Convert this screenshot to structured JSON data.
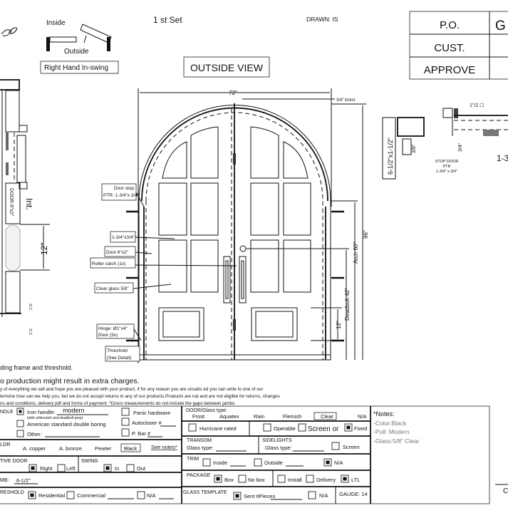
{
  "header": {
    "set_label": "1 st Set",
    "drawn_by": "DRAWN: IS",
    "swing_inside": "Inside",
    "swing_outside": "Outside",
    "swing_type": "Right Hand In-swing",
    "view_title": "OUTSIDE VIEW"
  },
  "title_block": {
    "rows": [
      {
        "label": "P.O.",
        "value": "G"
      },
      {
        "label": "CUST.",
        "value": ""
      },
      {
        "label": "APPROVE",
        "value": ""
      }
    ]
  },
  "drawing": {
    "width_dim": "72\"",
    "bracket_dim": "3/4\" bckst.",
    "height_dim": "96\"",
    "arch_dim": "Arch 60\"",
    "deadbolt_dim": "Deadbolt 42\"",
    "panel_dim": "12\"",
    "callouts": {
      "door_stop_1": "Door stop",
      "door_stop_2": "PTR: 1-3/4\"x 3/4\"",
      "frame_size": "1-3/4\"x3/4\"",
      "door_size": "Door 6\"x2\"",
      "roller_catch": "Roller catch  (1x)",
      "clear_glass": "Clear glass 5/8\"",
      "hinge_1": "Hinge: Ø1\"x4\"",
      "hinge_2": "Door (3x)",
      "threshold_1": "Threshold",
      "threshold_2": "(See Detail)"
    },
    "left_section": {
      "door_label": "DOOR 6\"x2\"",
      "int_label": "Int.",
      "dim_12": "12\"",
      "dim_half_1": "1\"/2",
      "dim_half_2": "1\"/2"
    },
    "right_section": {
      "jamb_label": "6-1/2\"x1-1/2\"",
      "dim_38": "3/8\"",
      "dim_34": "3/4\"",
      "stop_1": "STOP DOOR",
      "stop_2": "PTR",
      "stop_3": "1-3/4\" x 3/4\"",
      "tube": "1\"/2 ☐",
      "partial": "1-3"
    }
  },
  "notes_text": {
    "line1": "ding frame and threshold.",
    "line2": "o production might result in extra charges.",
    "line3": "y of everything we sell and hope you are pleased with your product, if for any reason you are unsatis    ed you can write to one of our",
    "line4": "termine how can we help you, but we do not accept returns in any of our products.Products are     nal and are not eligible for returns, changes",
    "line5": "ns and conditions, delivery pdf and forms of payment. *Doors measurements do not include the gaps between jambs"
  },
  "form": {
    "handle": {
      "label": "NDLE",
      "iron": "Iron handle:",
      "iron_value": "modern",
      "iron_note": "(with rollercatch and deadbolt prep)",
      "american": "American standard double boring",
      "other": "Other:",
      "panic": "Panic hardware",
      "autocloser": "Autocloser #",
      "pbar": "P. Bar #"
    },
    "color": {
      "label": "LOR",
      "options": [
        "A. copper",
        "A. bronze",
        "Pewter",
        "Black"
      ],
      "selected": "Black",
      "see_notes": "See notes*"
    },
    "active_door": {
      "label": "TIVE DOOR",
      "right": "Right",
      "left": "Left"
    },
    "swing": {
      "label": "SWING",
      "in": "In",
      "out": "Out"
    },
    "jamb": {
      "label": "MB:",
      "value": "6-1/2\""
    },
    "threshold": {
      "label": "RESHOLD",
      "residential": "Residential",
      "commercial": "Commercial",
      "na": "N/A"
    },
    "glass_type": {
      "label": "DOOR/Glass type:",
      "options": [
        "Frost",
        "Aquatex",
        "Rain",
        "Flemish",
        "Clear",
        "N/A"
      ],
      "selected": "Clear"
    },
    "hurricane": "Hurricane rated",
    "operable": "Operable",
    "screen_or": "Screen or",
    "fixed": "Fixed",
    "transom": {
      "label": "TRANSOM",
      "glass": "Glass type:"
    },
    "sidelights": {
      "label": "SIDELIGHTS",
      "glass": "Glass type:",
      "screen": "Screen"
    },
    "trim": {
      "label": "TRIM",
      "inside": "Inside",
      "outside": "Outside",
      "na": "N/A"
    },
    "package": {
      "label": "PACKAGE",
      "box": "Box",
      "nobox": "No box",
      "install": "Install",
      "delivery": "Delivery",
      "ltl": "LTL"
    },
    "glass_template": {
      "label": "GLASS TEMPLATE",
      "sent": "Sent #Pieces",
      "na": "N/A"
    },
    "gauge": "GAUGE: 14",
    "notes": {
      "title": "*Notes:",
      "items": [
        "-Color:Black",
        "-Pull: Modern",
        "-Glass:5/8\" Clear"
      ]
    },
    "corner_letter": "C"
  },
  "colors": {
    "ink": "#111111",
    "notes_grey": "#777777"
  }
}
